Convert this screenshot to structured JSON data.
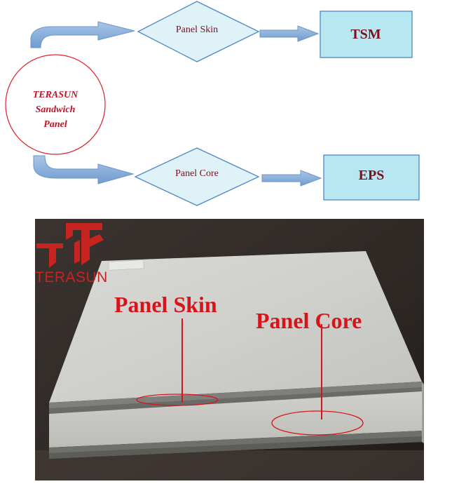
{
  "diagram": {
    "circle_label_lines": [
      "TERASUN",
      "Sandwich",
      "Panel"
    ],
    "branches": [
      {
        "diamond_label": "Panel Skin",
        "box_label": "TSM"
      },
      {
        "diamond_label": "Panel Core",
        "box_label": "EPS"
      }
    ],
    "colors": {
      "circle_stroke": "#e0202a",
      "circle_text": "#c0142a",
      "diamond_stroke": "#4f86c6",
      "diamond_fill": "#dff2f8",
      "box_stroke": "#4f86c6",
      "box_fill": "#b7e8f2",
      "arrow_fill": "#8fb3d9",
      "arrow_stroke": "#6e96c6",
      "label_text": "#7a1020"
    }
  },
  "photo": {
    "logo_text": "TERASUN",
    "labels": {
      "skin": "Panel Skin",
      "core": "Panel Core"
    },
    "colors": {
      "logo": "#c8241f",
      "labels": "#d8141b"
    }
  }
}
